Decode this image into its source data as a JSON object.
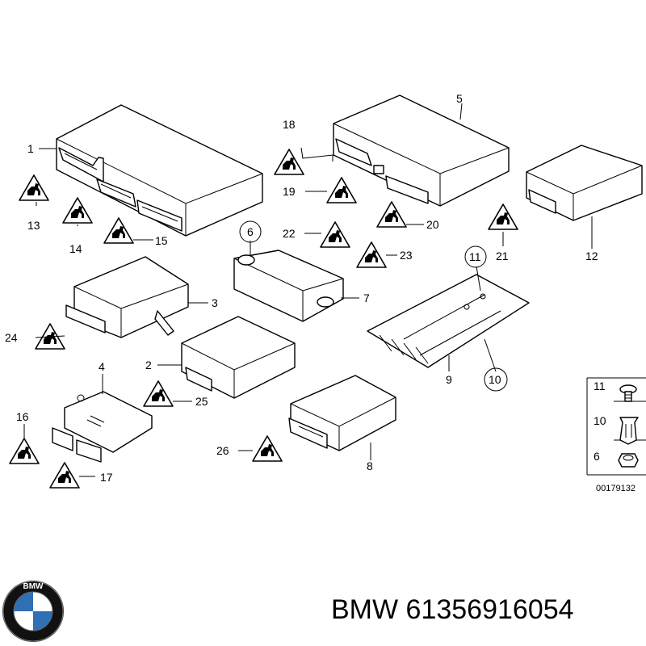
{
  "footer": {
    "brand": "BMW",
    "part_number": "61356916054",
    "logo_letters": "BMW"
  },
  "diagram": {
    "image_code": "00179132",
    "labels": {
      "p1": "1",
      "p2": "2",
      "p3": "3",
      "p4": "4",
      "p5": "5",
      "p6": "6",
      "p7": "7",
      "p8": "8",
      "p9": "9",
      "p10": "10",
      "p11": "11",
      "p12": "12",
      "p13": "13",
      "p14": "14",
      "p15": "15",
      "p16": "16",
      "p17": "17",
      "p18": "18",
      "p19": "19",
      "p20": "20",
      "p21": "21",
      "p22": "22",
      "p23": "23",
      "p24": "24",
      "p25": "25",
      "p26": "26"
    },
    "legend": {
      "l11": "11",
      "l10": "10",
      "l6": "6"
    }
  }
}
